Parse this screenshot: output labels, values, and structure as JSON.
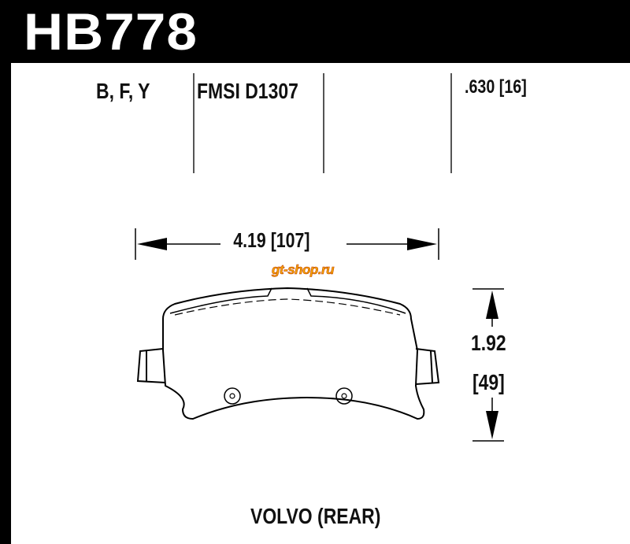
{
  "part_number": "HB778",
  "compounds": "B, F, Y",
  "fmsi": "FMSI D1307",
  "thickness": ".630 [16]",
  "width_label": "4.19  [107]",
  "height_in": "1.92",
  "height_mm": "[49]",
  "application": "VOLVO (REAR)",
  "watermark": "gt-shop.ru"
}
